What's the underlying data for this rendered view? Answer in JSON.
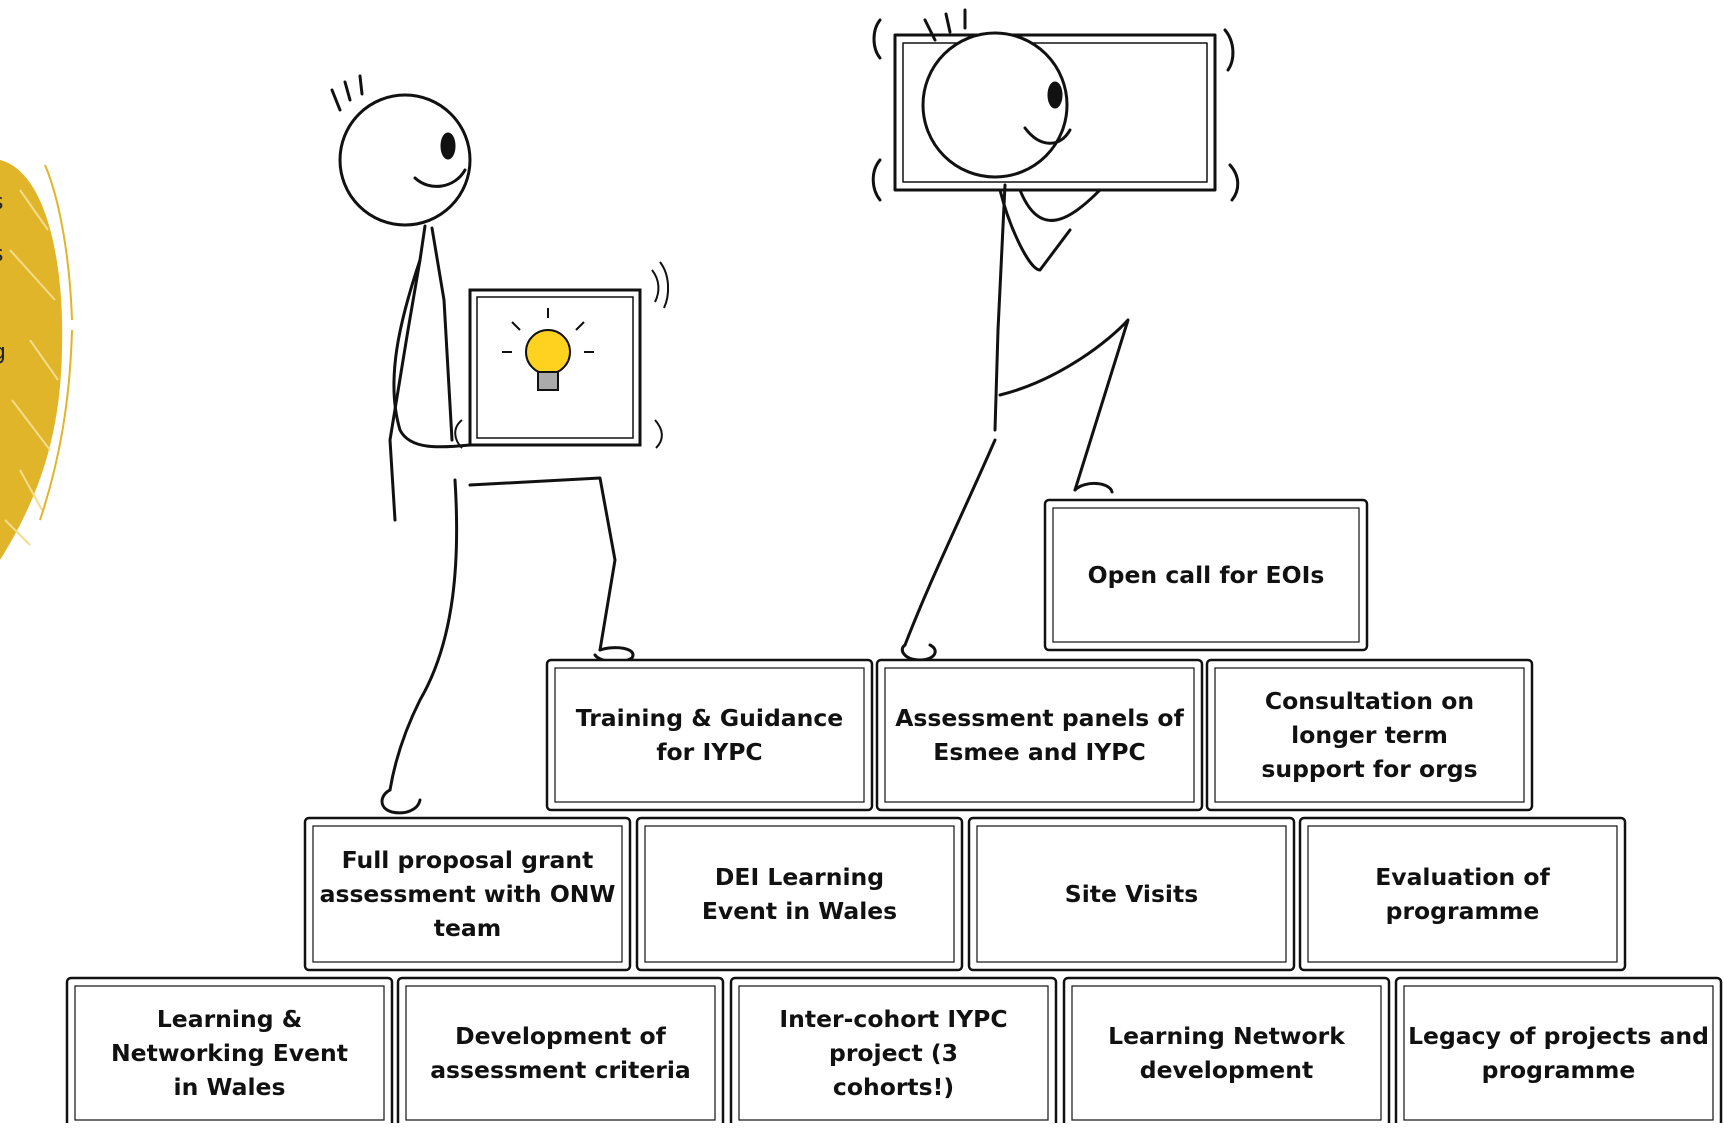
{
  "side_fragments": [
    "s",
    "s",
    "g"
  ],
  "bricks": {
    "open_call": "Open call for EOIs",
    "training": "Training & Guidance for IYPC",
    "assessment_panels": "Assessment panels of Esmee and IYPC",
    "consultation": "Consultation on longer term support for orgs",
    "full_proposal": "Full proposal grant assessment with ONW team",
    "dei_learning": "DEI Learning Event in Wales",
    "site_visits": "Site Visits",
    "evaluation": "Evaluation of programme",
    "learning_networking": "Learning & Networking Event in Wales",
    "development_criteria": "Development of assessment criteria",
    "inter_cohort": "Inter-cohort IYPC project (3 cohorts!)",
    "learning_network": "Learning Network development",
    "legacy": "Legacy of projects and programme"
  },
  "colors": {
    "ink": "#111111",
    "sun": "#e0b52a",
    "bulb": "#ffd21f"
  }
}
